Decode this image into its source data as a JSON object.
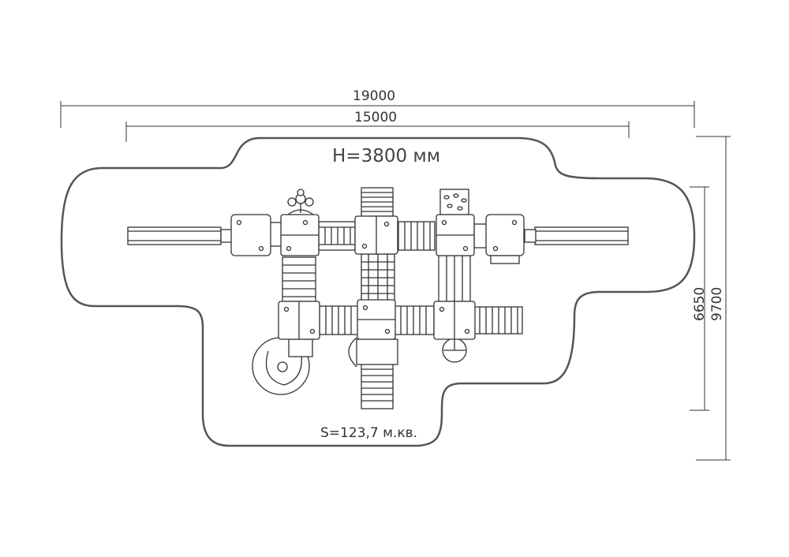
{
  "dimensions": {
    "width_total": "19000",
    "width_inner": "15000",
    "depth_inner": "6650",
    "depth_total": "9700"
  },
  "height_label": "H=3800 мм",
  "area_label": "S=123,7 м.кв.",
  "colors": {
    "line": "#333333",
    "zone_outline": "#555555",
    "background": "#ffffff"
  }
}
